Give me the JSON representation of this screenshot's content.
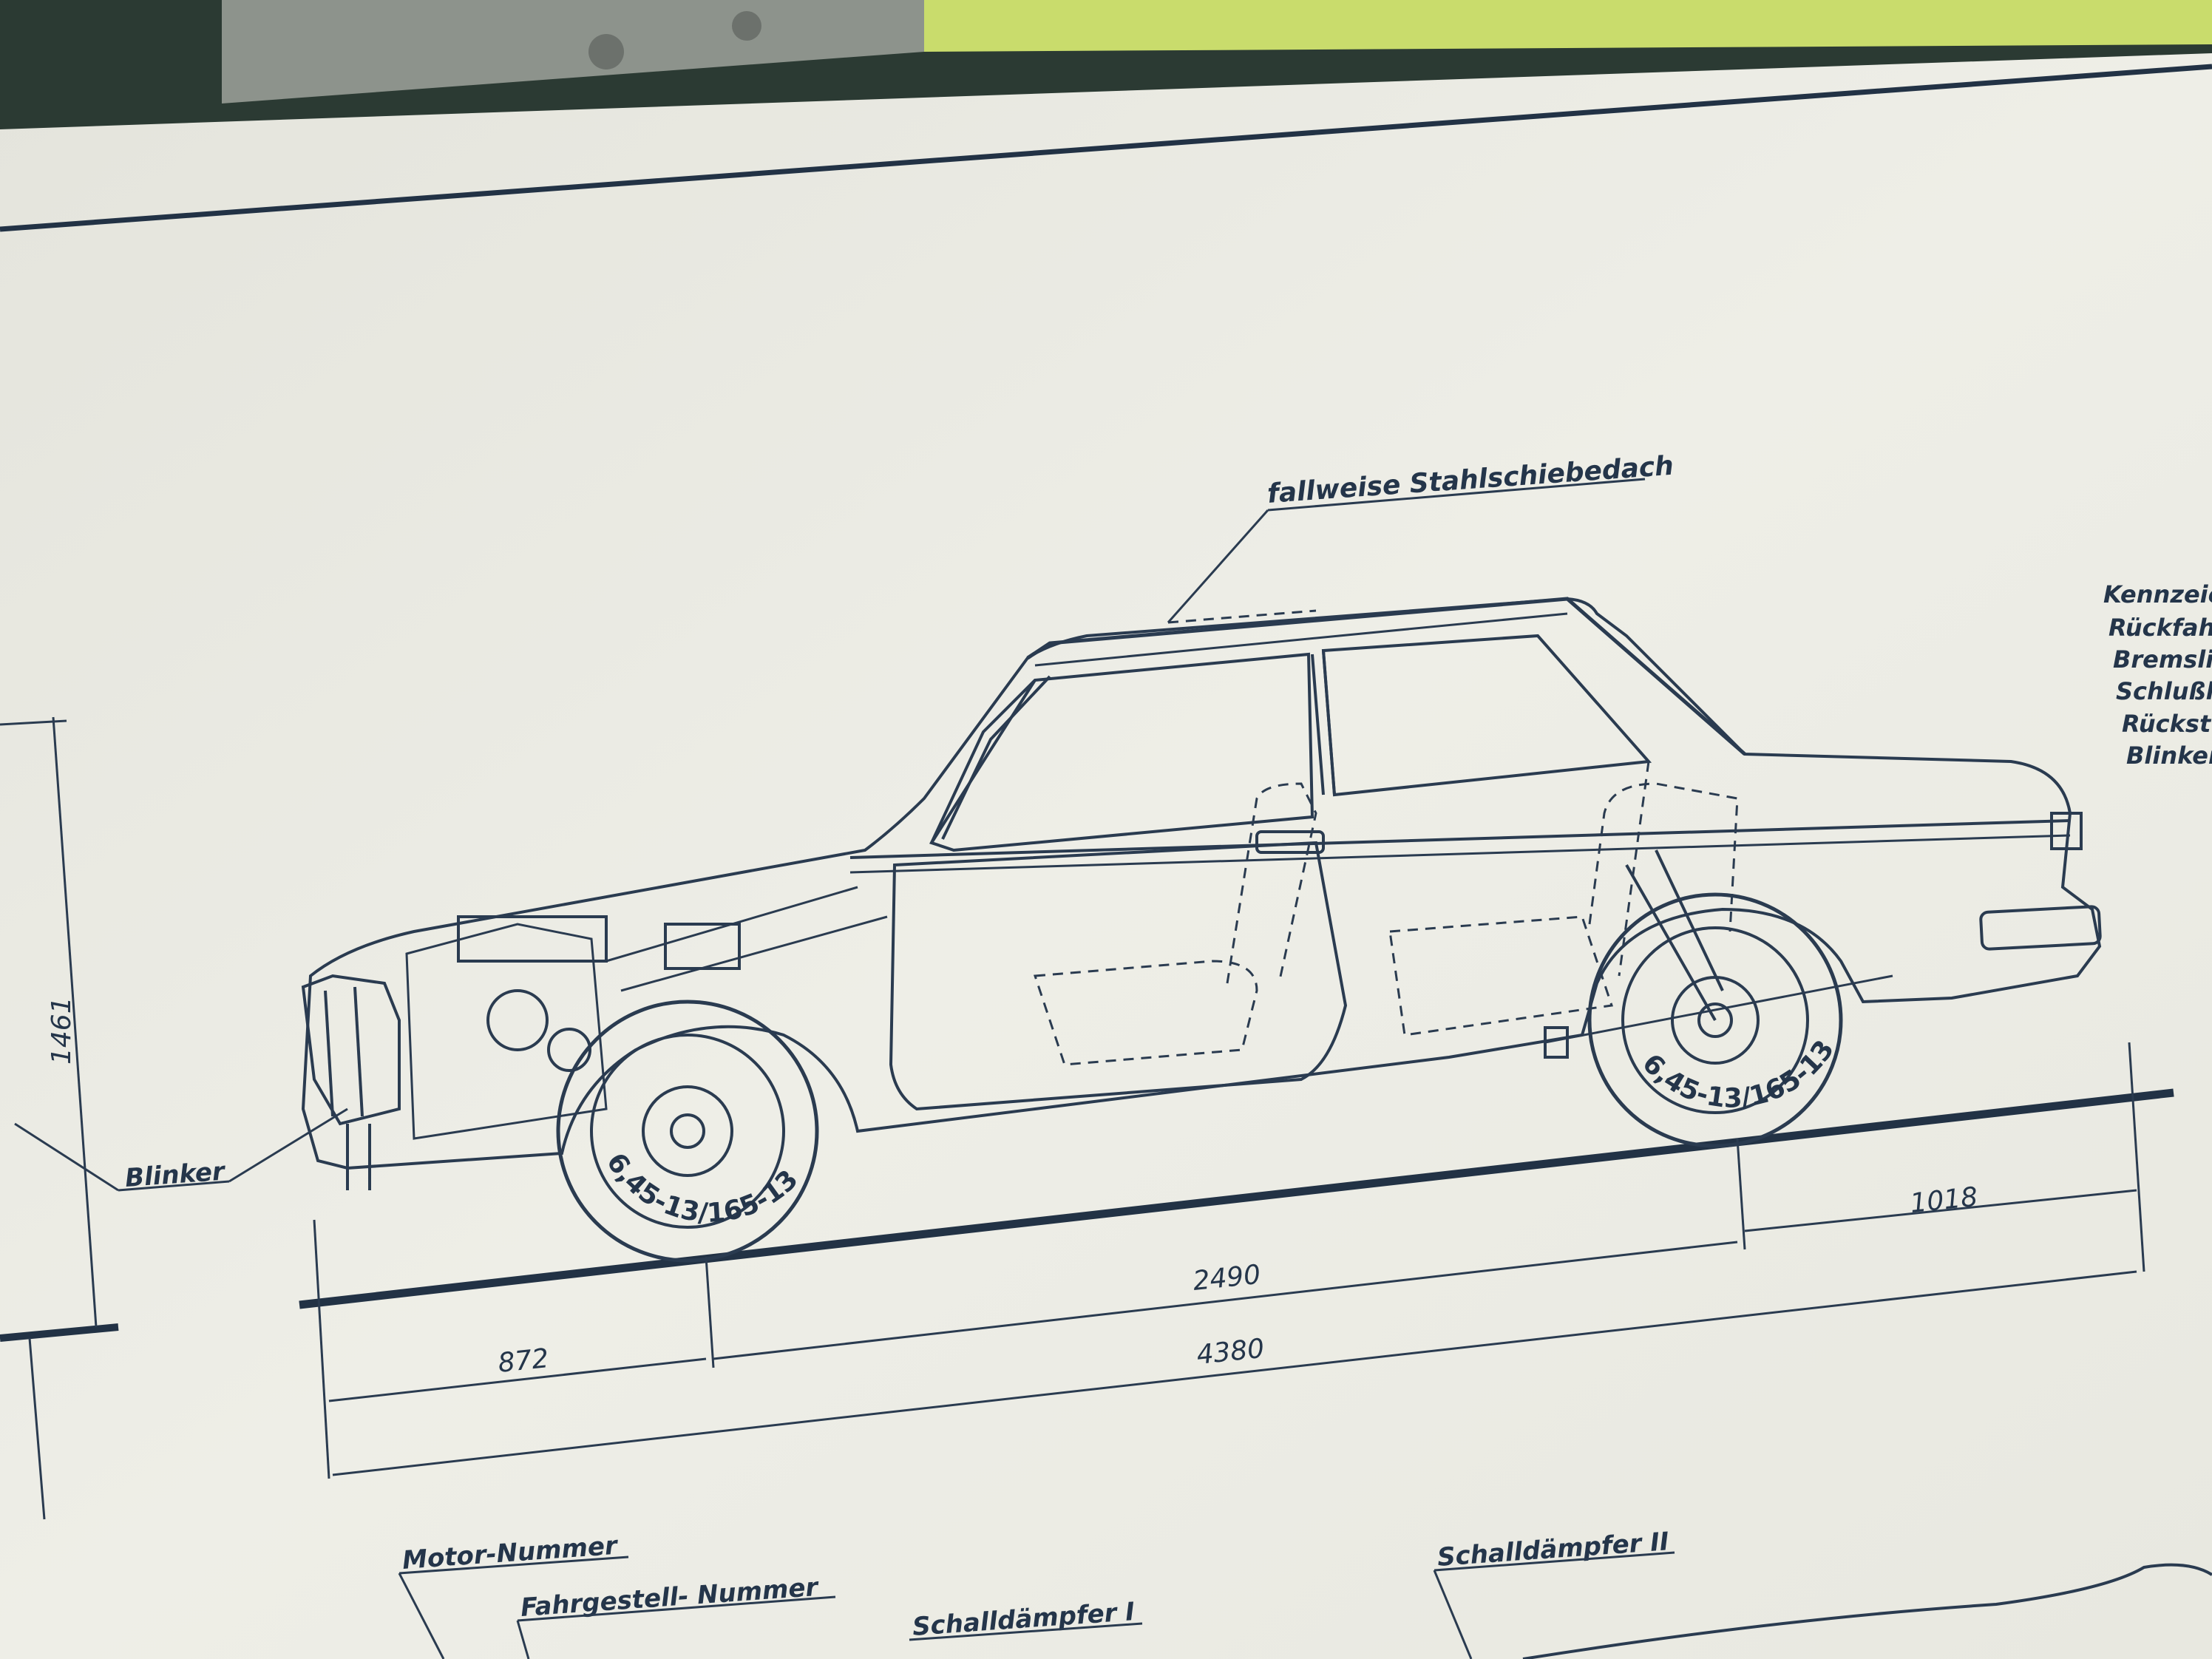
{
  "labels": {
    "sunroof": "fallweise Stahlschiebedach",
    "blinker": "Blinker",
    "motor_number": "Motor-Nummer",
    "chassis_number": "Fahrgestell- Nummer",
    "muffler_1": "Schalldämpfer I",
    "muffler_2": "Schalldämpfer II"
  },
  "right_labels": [
    "Kennzeic",
    "Rückfah",
    "Bremsli",
    "Schlußl",
    "Rückst",
    "Blinker"
  ],
  "dimensions": {
    "height": "1461",
    "front_overhang": "872",
    "wheelbase": "2490",
    "rear_overhang": "1018",
    "overall_length": "4380"
  },
  "tire_marking": "6,45-13/165-13",
  "colors": {
    "paper": "#eeeee6",
    "ink": "#2a3b50",
    "background_dark": "#2b3a33",
    "background_green": "#c9dc6c"
  }
}
